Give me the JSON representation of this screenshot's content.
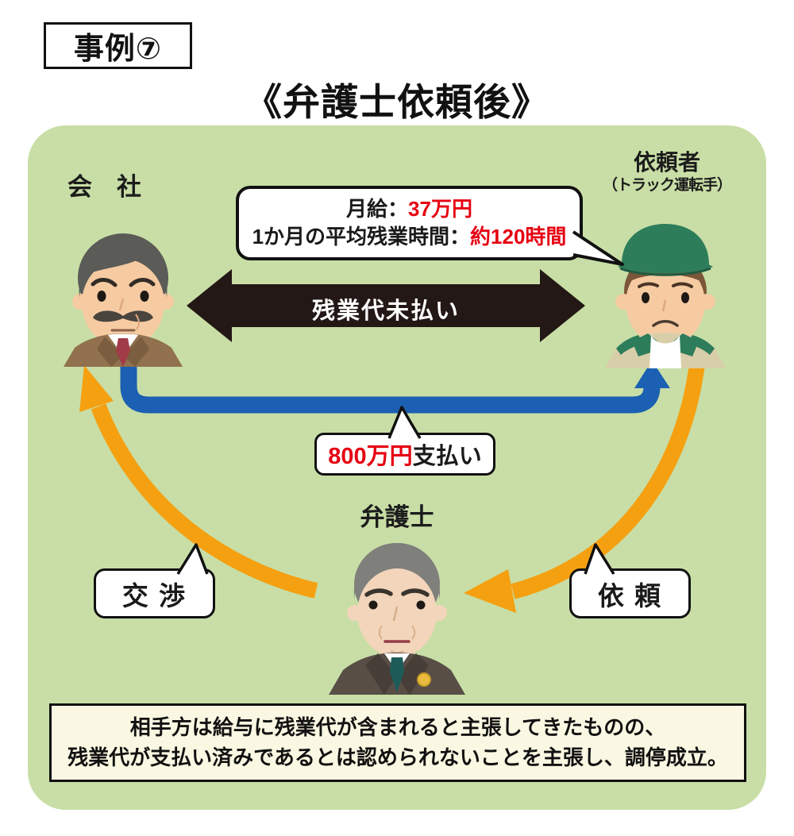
{
  "badge": {
    "label": "事例⑦"
  },
  "title": "《弁護士依頼後》",
  "company": {
    "label": "会　社",
    "figure": "businessman-avatar"
  },
  "client": {
    "label": "依頼者",
    "sublabel": "（トラック運転手）",
    "figure": "truck-driver-avatar"
  },
  "lawyer": {
    "label": "弁護士",
    "figure": "lawyer-avatar"
  },
  "salary_bubble": {
    "line1_black": "月給：",
    "line1_red": "37万円",
    "line2_black": "1か月の平均残業時間：",
    "line2_red": "約120時間"
  },
  "unpaid_arrow": {
    "label": "残業代未払い",
    "direction": "both",
    "color": "#231815"
  },
  "payment_arrow": {
    "from": "company",
    "to": "client",
    "color": "#1B60B2"
  },
  "payment_bubble": {
    "red": "800万円",
    "black": "支払い"
  },
  "negotiation_arrow": {
    "from": "lawyer",
    "to": "company",
    "color": "#F5A011"
  },
  "request_arrow": {
    "from": "client",
    "to": "lawyer",
    "color": "#F5A011"
  },
  "negotiation_bubble": {
    "label": "交 渉"
  },
  "request_bubble": {
    "label": "依 頼"
  },
  "summary": {
    "line1": "相手方は給与に残業代が含まれると主張してきたものの、",
    "line2": "残業代が支払い済みであるとは認められないことを主張し、調停成立。"
  },
  "colors": {
    "panel_bg": "#C8DEA6",
    "arrow_black": "#231815",
    "arrow_blue": "#1B60B2",
    "arrow_orange": "#F5A011",
    "highlight_red": "#E60012",
    "summary_bg": "#FAF8E2"
  }
}
